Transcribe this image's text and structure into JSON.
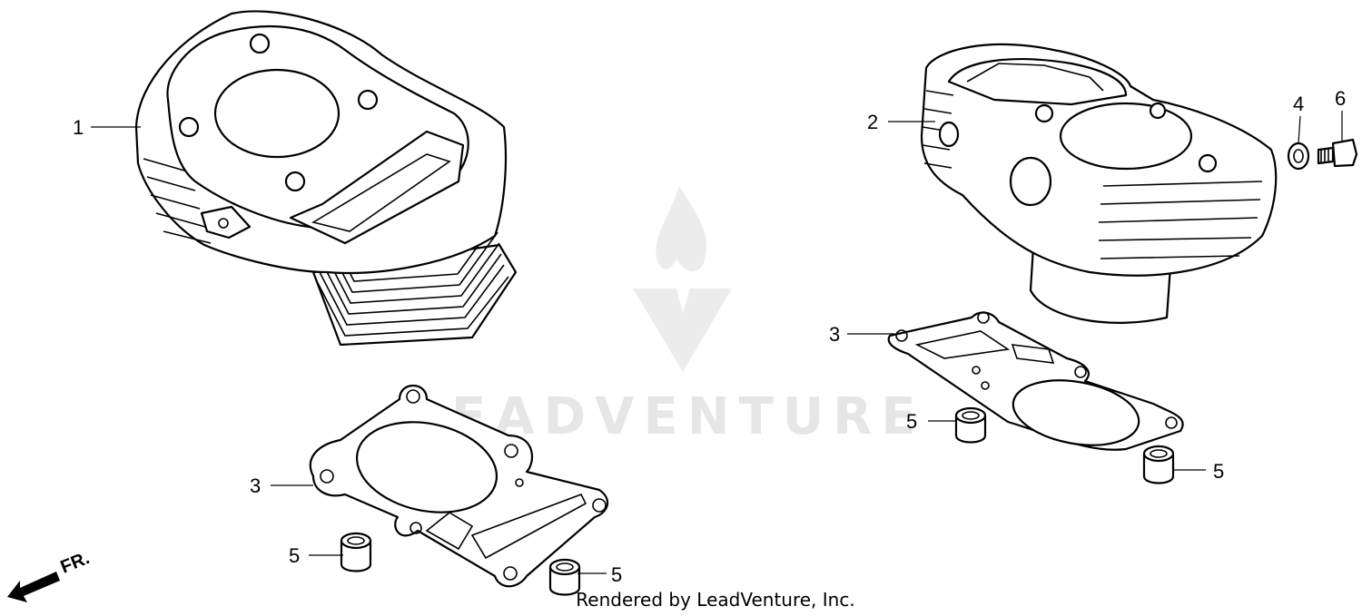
{
  "watermark": {
    "text": "LEADVENTURE",
    "logo_icon": "leadventure-flame-logo-icon"
  },
  "footer": {
    "text": "Rendered by LeadVenture, Inc."
  },
  "direction_arrow": {
    "label": "FR."
  },
  "callouts": [
    {
      "id": "c1",
      "label": "1"
    },
    {
      "id": "c2",
      "label": "2"
    },
    {
      "id": "c3a",
      "label": "3"
    },
    {
      "id": "c3b",
      "label": "3"
    },
    {
      "id": "c4",
      "label": "4"
    },
    {
      "id": "c5a",
      "label": "5"
    },
    {
      "id": "c5b",
      "label": "5"
    },
    {
      "id": "c5c",
      "label": "5"
    },
    {
      "id": "c5d",
      "label": "5"
    },
    {
      "id": "c6",
      "label": "6"
    }
  ]
}
